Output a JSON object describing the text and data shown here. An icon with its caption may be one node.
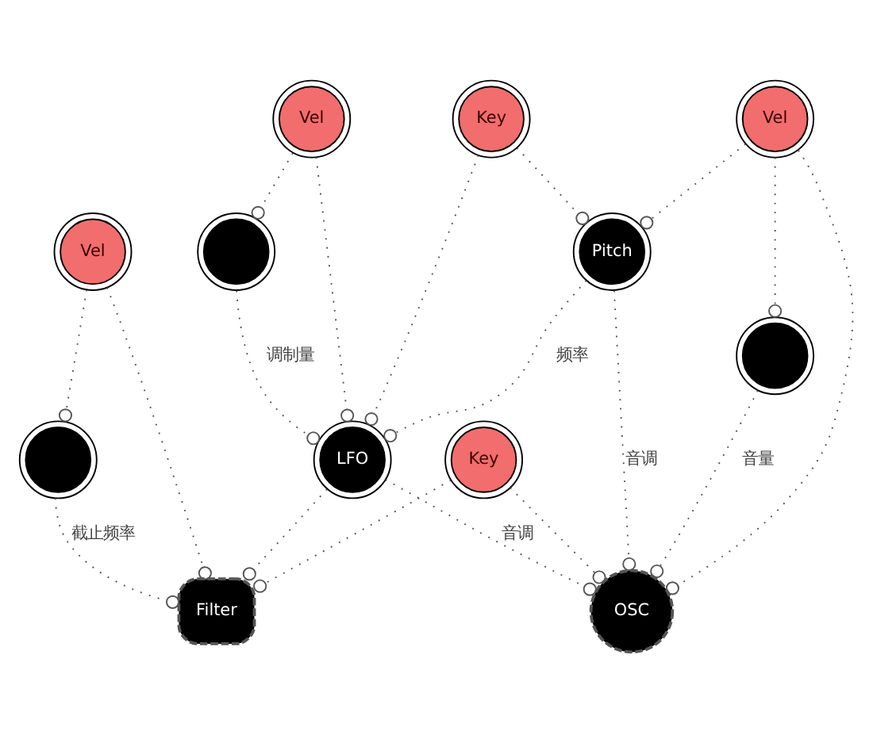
{
  "diagram": {
    "nodes": [
      {
        "text": [
          "Key"
        ]
      },
      {
        "text": [
          "Pitch"
        ]
      },
      {
        "text": [],
        "shape": "circle"
      },
      {
        "text": [
          "LFO"
        ]
      },
      {
        "text": [
          "Vel"
        ]
      },
      {
        "text": [
          "Vel"
        ]
      },
      {
        "text": [
          "Filter"
        ]
      },
      {
        "text": [],
        "shape": "circle"
      },
      {
        "text": [
          "OSC"
        ]
      },
      {
        "text": [
          "Key"
        ]
      },
      {
        "text": [
          "Vel"
        ]
      },
      {
        "text": [],
        "shape": "circle"
      }
    ],
    "edges": [
      {
        "from": 0,
        "to": 1,
        "arrow": "other"
      },
      {
        "from": 0,
        "to": 3,
        "arrow": "other"
      },
      {
        "from": 1,
        "to": 3,
        "arrow": "other",
        "label": "频率"
      },
      {
        "from": 2,
        "to": 3,
        "arrow": "other",
        "label": "调制量"
      },
      {
        "from": 5,
        "to": 3,
        "arrow": "other"
      },
      {
        "from": 5,
        "to": 2,
        "arrow": "other"
      },
      {
        "from": 4,
        "to": 1,
        "arrow": "other"
      },
      {
        "from": 4,
        "to": 7,
        "arrow": "other"
      },
      {
        "from": 4,
        "to": 8,
        "arrow": "other"
      },
      {
        "from": 1,
        "to": 8,
        "arrow": "other",
        "label": "音调"
      },
      {
        "from": 3,
        "to": 8,
        "arrow": "other",
        "label": "音调"
      },
      {
        "from": 7,
        "to": 8,
        "arrow": "other",
        "label": "音量"
      },
      {
        "from": 9,
        "to": 8,
        "arrow": "other"
      },
      {
        "from": 3,
        "to": 6,
        "arrow": "other"
      },
      {
        "from": 9,
        "to": 6,
        "arrow": "other"
      },
      {
        "from": 11,
        "to": 6,
        "arrow": "other",
        "label": "截止频率"
      },
      {
        "from": 10,
        "to": 6,
        "arrow": "other"
      },
      {
        "from": 10,
        "to": 11,
        "arrow": "other"
      }
    ]
  }
}
